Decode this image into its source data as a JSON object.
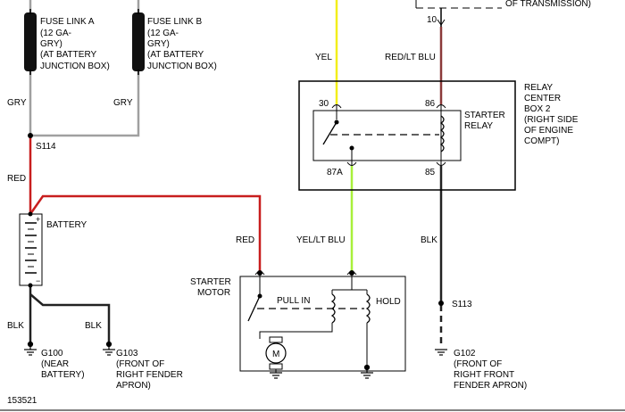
{
  "colors": {
    "gray_wire": "#a0a0a0",
    "red_wire": "#c81e1e",
    "yellow_wire": "#f2ee1a",
    "green_wire": "#a8f03a",
    "brown_wire": "#8b3a3a",
    "black_wire": "#222222",
    "line": "#000000"
  },
  "fuse_a": {
    "lines": [
      "FUSE LINK A",
      "(12 GA-",
      "GRY)",
      "(AT BATTERY",
      "JUNCTION BOX)"
    ]
  },
  "fuse_b": {
    "lines": [
      "FUSE LINK B",
      "(12 GA-",
      "GRY)",
      "(AT BATTERY",
      "JUNCTION BOX)"
    ]
  },
  "wire_labels": {
    "gry_left": "GRY",
    "gry_right": "GRY",
    "red_top": "RED",
    "red_starter": "RED",
    "yel": "YEL",
    "red_lt_blu": "RED/LT BLU",
    "yel_lt_blu": "YEL/LT BLU",
    "blk_relay": "BLK",
    "blk_left": "BLK",
    "blk_mid": "BLK"
  },
  "splices": {
    "s114": "S114",
    "s113": "S113"
  },
  "pins": {
    "p30": "30",
    "p86": "86",
    "p87a": "87A",
    "p85": "85",
    "p10": "10"
  },
  "top_right": {
    "transmission": "OF TRANSMISSION)"
  },
  "relay_box": {
    "lines": [
      "RELAY",
      "CENTER",
      "BOX 2",
      "(RIGHT SIDE",
      "OF ENGINE",
      "COMPT)"
    ]
  },
  "starter_relay": {
    "lines": [
      "STARTER",
      "RELAY"
    ]
  },
  "battery": {
    "label": "BATTERY",
    "plus": "+",
    "minus": "−"
  },
  "starter_motor": {
    "lines": [
      "STARTER",
      "MOTOR"
    ],
    "pull_in": "PULL IN",
    "hold": "HOLD",
    "m": "M"
  },
  "grounds": {
    "g100": [
      "G100",
      "(NEAR",
      "BATTERY)"
    ],
    "g103": [
      "G103",
      "(FRONT OF",
      "RIGHT FENDER",
      "APRON)"
    ],
    "g102": [
      "G102",
      "(FRONT OF",
      "RIGHT FRONT",
      "FENDER APRON)"
    ]
  },
  "figure_id": "153521"
}
